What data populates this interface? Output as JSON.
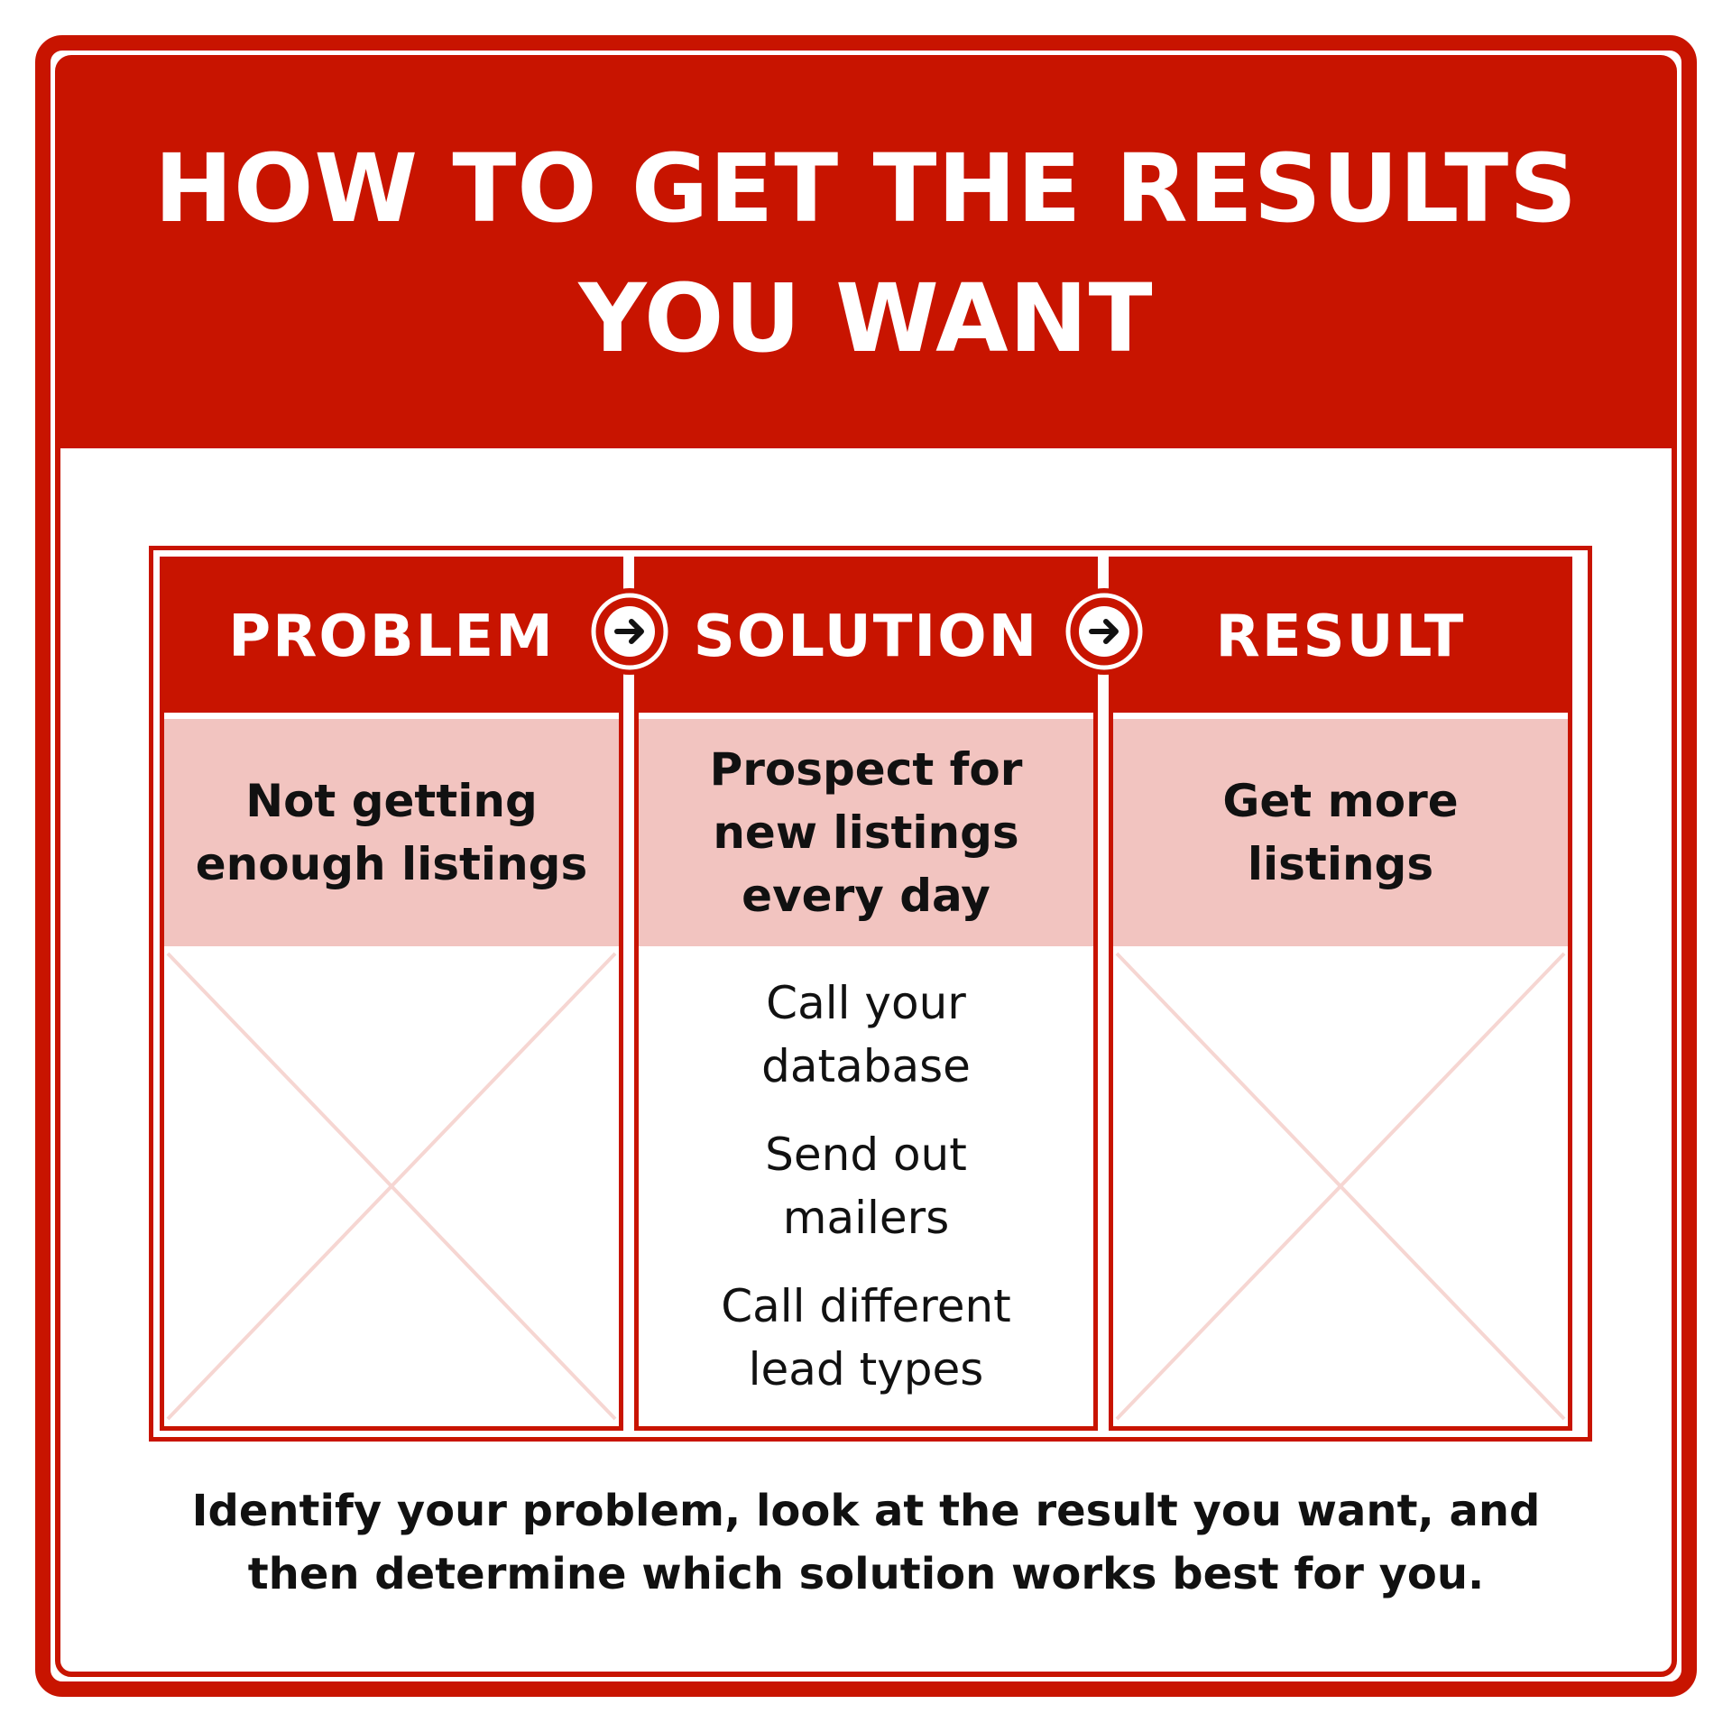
{
  "title": "HOW TO GET THE RESULTS YOU WANT",
  "colors": {
    "accent": "#c81400",
    "summary_bg": "#f2c4c0",
    "placeholder_line": "#f6d6d2"
  },
  "columns": [
    {
      "heading": "PROBLEM",
      "summary": "Not getting enough listings",
      "steps": []
    },
    {
      "heading": "SOLUTION",
      "summary": "Prospect for new listings every day",
      "steps": [
        "Call your database",
        "Send out mailers",
        "Call different lead types"
      ]
    },
    {
      "heading": "RESULT",
      "summary": "Get more listings",
      "steps": []
    }
  ],
  "arrow_icon": "arrow-right-circle-icon",
  "caption": "Identify your problem, look at the result you want, and then determine which solution works best for you."
}
